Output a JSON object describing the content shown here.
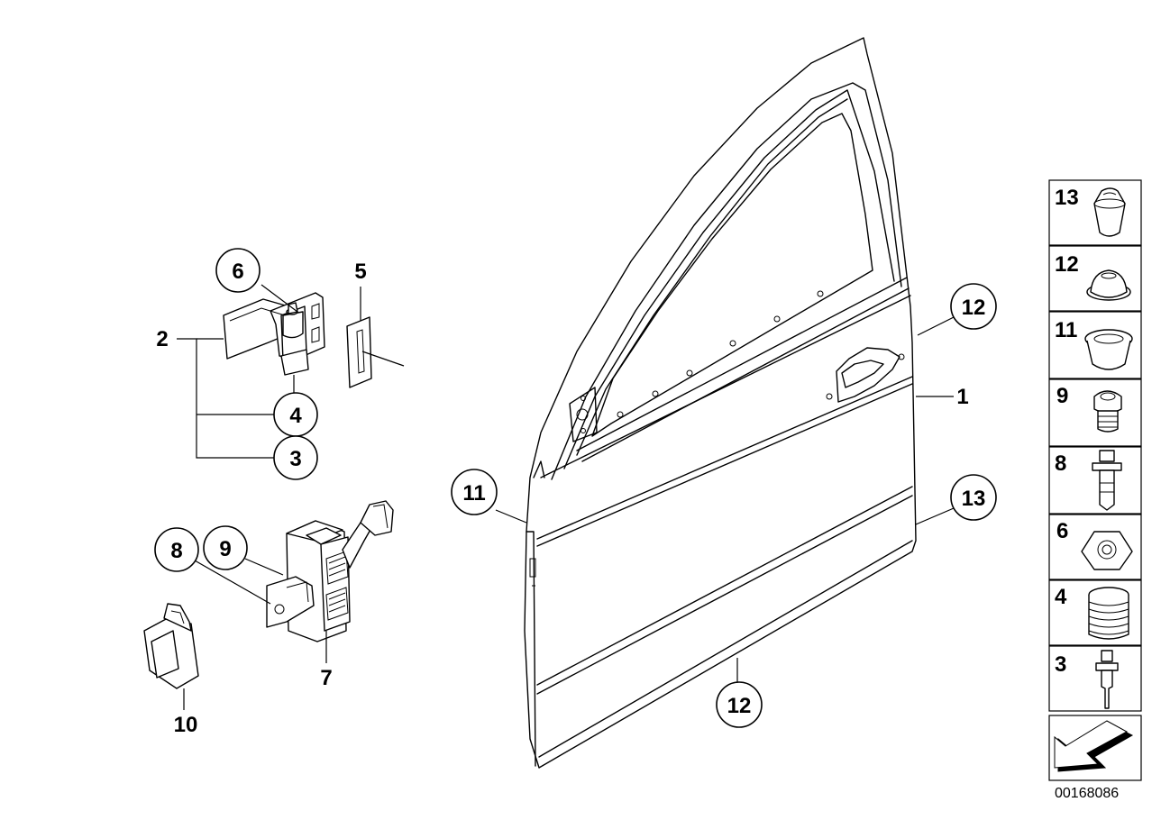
{
  "callouts": {
    "c6": "6",
    "c4": "4",
    "c3": "3",
    "c8": "8",
    "c9": "9",
    "c11": "11",
    "c12_top": "12",
    "c13": "13",
    "c12_bottom": "12"
  },
  "labels": {
    "l2": "2",
    "l5": "5",
    "l1": "1",
    "l7": "7",
    "l10": "10"
  },
  "legend": {
    "items": [
      {
        "num": "13",
        "icon": "stopper-buffer-icon"
      },
      {
        "num": "12",
        "icon": "round-plug-icon"
      },
      {
        "num": "11",
        "icon": "grommet-icon"
      },
      {
        "num": "9",
        "icon": "torx-bolt-icon"
      },
      {
        "num": "8",
        "icon": "collar-bolt-icon"
      },
      {
        "num": "6",
        "icon": "hex-nut-icon"
      },
      {
        "num": "4",
        "icon": "threaded-sleeve-icon"
      },
      {
        "num": "3",
        "icon": "hinge-bolt-icon"
      }
    ],
    "nav_icon": "arrow-back-icon"
  },
  "diagram_id": "00168086"
}
